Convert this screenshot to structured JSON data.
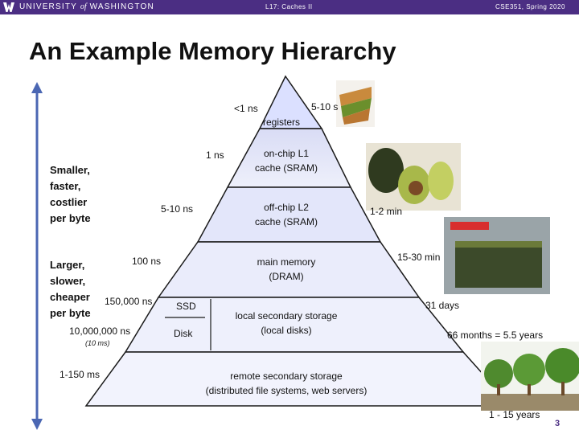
{
  "header": {
    "university": "UNIVERSITY of WASHINGTON",
    "lecture": "L17: Caches II",
    "course": "CSE351, Spring 2020",
    "brand_color": "#4b2e83"
  },
  "slide": {
    "title": "An Example Memory Hierarchy",
    "page_number": "3"
  },
  "left_labels": {
    "top": [
      "Smaller,",
      "faster,",
      "costlier",
      "per byte"
    ],
    "bottom": [
      "Larger,",
      "slower,",
      "cheaper",
      "per byte"
    ]
  },
  "levels": {
    "registers": "registers",
    "l1": [
      "on-chip L1",
      "cache (SRAM)"
    ],
    "l2": [
      "off-chip L2",
      "cache (SRAM)"
    ],
    "main": [
      "main memory",
      "(DRAM)"
    ],
    "ssd": "SSD",
    "disk": "Disk",
    "local": [
      "local secondary storage",
      "(local disks)"
    ],
    "remote": [
      "remote secondary storage",
      "(distributed file systems, web servers)"
    ]
  },
  "latencies": {
    "registers": "<1 ns",
    "l1": "1 ns",
    "l2": "5-10 ns",
    "main": "100 ns",
    "ssd": "150,000 ns",
    "disk": "10,000,000 ns",
    "disk_note": "(10 ms)",
    "remote": "1-150 ms"
  },
  "analogies": {
    "registers": "5-10 s",
    "l1_l2": "1-2 min",
    "main": "15-30 min",
    "ssd": "31 days",
    "disk": "66 months = 5.5 years",
    "remote": "1 - 15 years"
  }
}
